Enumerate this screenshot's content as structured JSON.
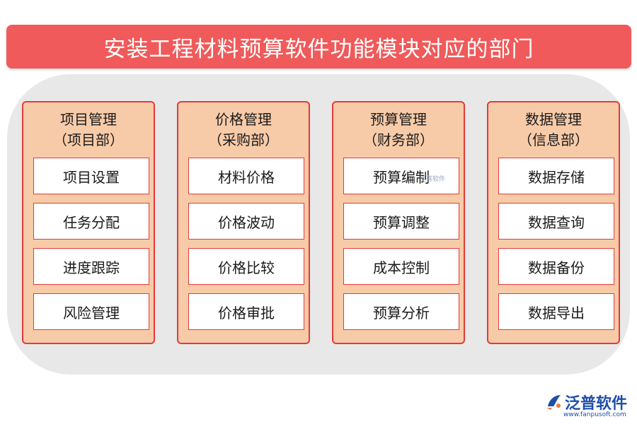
{
  "title": "安装工程材料预算软件功能模块对应的部门",
  "columns": [
    {
      "name": "项目管理",
      "dept": "（项目部）",
      "items": [
        "项目设置",
        "任务分配",
        "进度跟踪",
        "风险管理"
      ]
    },
    {
      "name": "价格管理",
      "dept": "（采购部）",
      "items": [
        "材料价格",
        "价格波动",
        "价格比较",
        "价格审批"
      ]
    },
    {
      "name": "预算管理",
      "dept": "（财务部）",
      "items": [
        "预算编制",
        "预算调整",
        "成本控制",
        "预算分析"
      ]
    },
    {
      "name": "数据管理",
      "dept": "（信息部）",
      "items": [
        "数据存储",
        "数据查询",
        "数据备份",
        "数据导出"
      ]
    }
  ],
  "watermark": {
    "text": "泛普软件"
  },
  "logo": {
    "name": "泛普软件",
    "url": "www.fanpusoft.com"
  },
  "colors": {
    "title_bg": "#f05a5a",
    "column_bg": "#f8cba8",
    "border": "#e23b3b",
    "panel_bg": "#e8e8e8",
    "logo": "#1f4fa8"
  }
}
